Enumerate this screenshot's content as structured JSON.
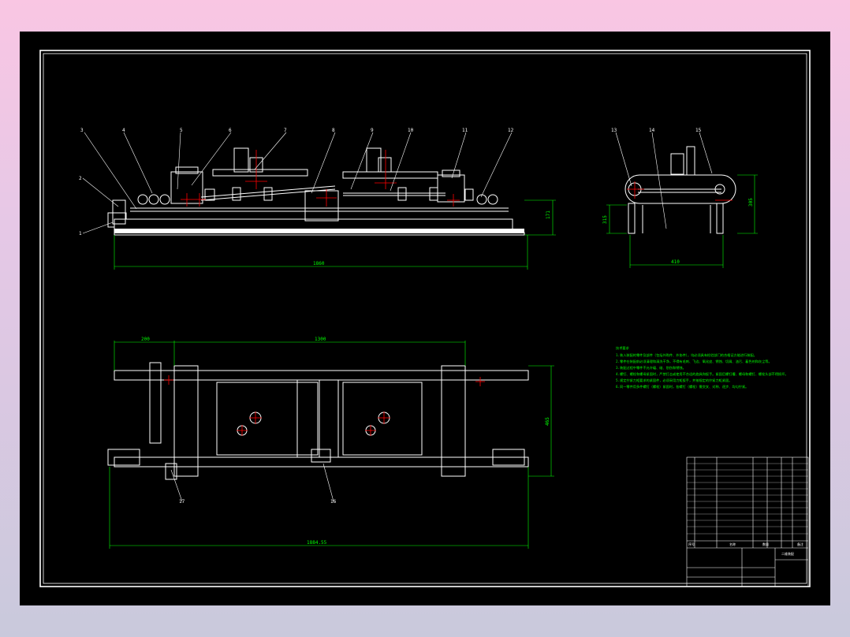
{
  "drawing": {
    "side_view_parts": [
      "1",
      "2",
      "3",
      "4",
      "5",
      "6",
      "7",
      "8",
      "9",
      "10",
      "11",
      "12"
    ],
    "end_view_parts": [
      "13",
      "14",
      "15"
    ],
    "plan_view_parts": [
      "17",
      "16"
    ],
    "dims": {
      "side_length": "1860",
      "side_height": "171",
      "end_width": "410",
      "end_height": "305",
      "end_left": "315",
      "plan_left": "200",
      "plan_mid": "1300",
      "plan_height": "465",
      "plan_total": "1884.55"
    },
    "notes": {
      "title": "技术要求",
      "lines": [
        "1.装入装配的零件及部件（包括外购件、外协件），均必须具有检验部门的合格证方能进行装配。",
        "2.零件在装配前必须清理和清洗干净，不得有毛刺、飞边、氧化皮、锈蚀、切屑、油污、着色剂和灰尘等。",
        "3.装配过程中零件不允许磕、碰、划伤和锈蚀。",
        "4.螺钉、螺栓和螺母紧固时，严禁打击或使用不合适的旋具和扳手。紧固后螺钉槽、螺母和螺钉、螺栓头部不得损坏。",
        "5.规定拧紧力矩要求的紧固件，必须采用力矩扳手，并按规定的拧紧力矩紧固。",
        "6.同一零件用多件螺钉（螺栓）紧固时，各螺钉（螺栓）需交叉、对称、逐步、均匀拧紧。"
      ]
    },
    "title_block": {
      "header": [
        "序号",
        "名称",
        "数量",
        "备注"
      ],
      "drawing_name": "二维装配"
    }
  },
  "colors": {
    "background_gradient_top": "#f9c6e3",
    "background_gradient_bottom": "#c9c9dc",
    "sheet": "#000000",
    "line": "#ffffff",
    "dimension": "#00ff00",
    "centerline": "#ff0000"
  }
}
